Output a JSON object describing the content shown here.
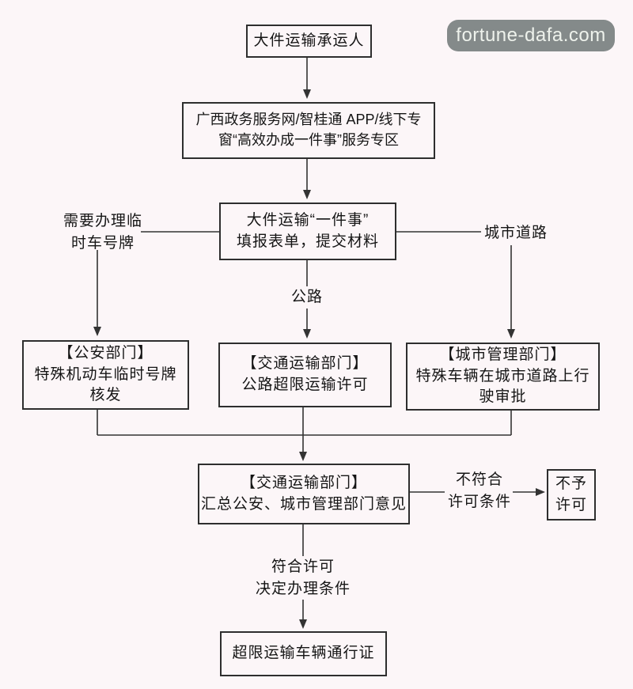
{
  "watermark": {
    "text": "fortune-dafa.com",
    "bg_color": "#848a8a",
    "text_color": "#eef2ec"
  },
  "flowchart": {
    "colors": {
      "background": "#fcf6f8",
      "line": "#333333",
      "box_border": "#2e2e2e",
      "text": "#151515"
    },
    "nodes": {
      "carrier": {
        "lines": [
          "大件运输承运人"
        ]
      },
      "portal": {
        "lines": [
          "广西政务服务网/智桂通 APP/线下专",
          "窗“高效办成一件事”服务专区"
        ]
      },
      "one_thing": {
        "lines": [
          "大件运输“一件事”",
          "填报表单，提交材料"
        ]
      },
      "police": {
        "lines": [
          "【公安部门】",
          "特殊机动车临时号牌",
          "核发"
        ]
      },
      "transport": {
        "lines": [
          "【交通运输部门】",
          "公路超限运输许可"
        ]
      },
      "city_mgmt": {
        "lines": [
          "【城市管理部门】",
          "特殊车辆在城市道路上行",
          "驶审批"
        ]
      },
      "summary": {
        "lines": [
          "【交通运输部门】",
          "汇总公安、城市管理部门意见"
        ]
      },
      "denied": {
        "lines": [
          "不予",
          "许可"
        ]
      },
      "pass": {
        "lines": [
          "超限运输车辆通行证"
        ]
      }
    },
    "edge_labels": {
      "temp_plate": {
        "lines": [
          "需要办理临",
          "时车号牌"
        ]
      },
      "city_road": {
        "lines": [
          "城市道路"
        ]
      },
      "highway": {
        "lines": [
          "公路"
        ]
      },
      "not_meet": {
        "lines": [
          "不符合",
          "许可条件"
        ]
      },
      "meet": {
        "lines": [
          "符合许可",
          "决定办理条件"
        ]
      }
    }
  }
}
